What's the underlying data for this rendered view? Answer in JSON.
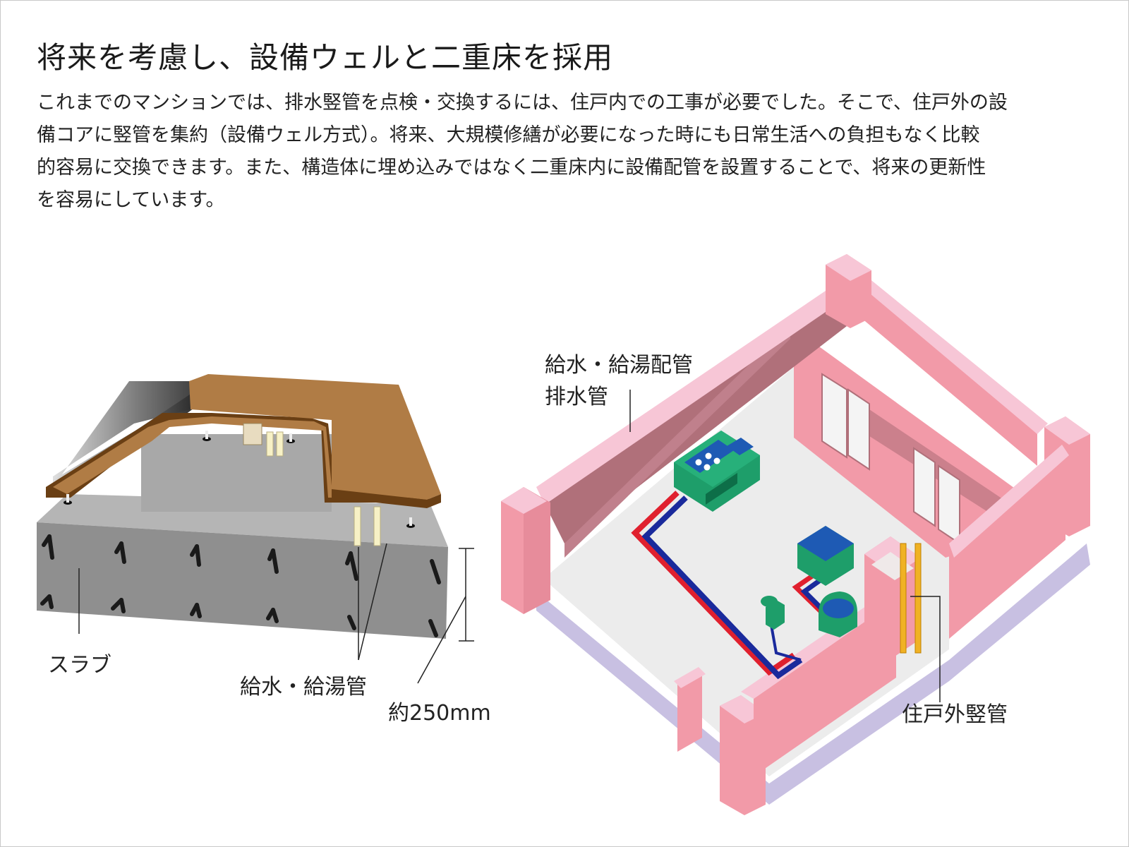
{
  "title": "将来を考慮し、設備ウェルと二重床を採用",
  "description_lines": [
    "これまでのマンションでは、排水竪管を点検・交換するには、住戸内での工事が必要でした。そこで、住戸外の設",
    "備コアに竪管を集約（設備ウェル方式）。将来、大規模修繕が必要になった時にも日常生活への負担もなく比較",
    "的容易に交換できます。また、構造体に埋め込みではなく二重床内に設備配管を設置することで、将来の更新性",
    "を容易にしています。"
  ],
  "left_diagram": {
    "labels": {
      "slab": "スラブ",
      "water_pipes": "給水・給湯管",
      "thickness": "約250mm"
    }
  },
  "right_diagram": {
    "labels": {
      "supply_pipes": "給水・給湯配管",
      "drain_pipe": "排水管",
      "outer_vertical_pipe": "住戸外竪管"
    }
  },
  "colors": {
    "slab_front": "#8f8f8f",
    "slab_top": "#b5b5b5",
    "wood": "#b07c45",
    "wood_edge": "#6a3f14",
    "wall_face": "#f29aa8",
    "wall_top": "#f7c6d6",
    "wall_shadow": "#b0707a",
    "floor": "#ececec",
    "pipe_red": "#e0202e",
    "pipe_blue": "#1a2a9c",
    "fixture_green": "#1e9e6a",
    "fixture_blue": "#1e5ab4",
    "pipe_yellow": "#f0b224"
  }
}
